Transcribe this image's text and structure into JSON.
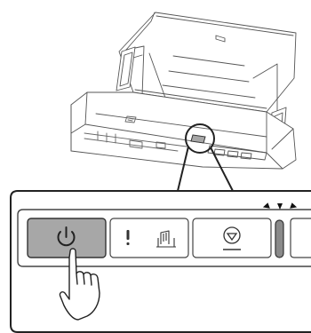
{
  "diagram": {
    "subject": "scanner-control-panel",
    "callout_target": "control-panel",
    "buttons": [
      {
        "id": "power",
        "icon": "power-icon",
        "pressed": true
      },
      {
        "id": "error-skip",
        "icon": "exclamation-icon",
        "secondary_icon": "paper-feed-icon",
        "pressed": false
      },
      {
        "id": "stop",
        "icon": "stop-icon",
        "pressed": false
      }
    ],
    "indicator": {
      "icon": "status-light-icon",
      "state": "flashing"
    },
    "action": {
      "icon": "pointing-hand-icon",
      "target": "power"
    },
    "colors": {
      "outline": "#3a3a3a",
      "line_light": "#8a8a8a",
      "pressed_fill": "#a7a7a7",
      "panel_fill": "#ffffff",
      "led_fill": "#8a8a8a"
    }
  }
}
